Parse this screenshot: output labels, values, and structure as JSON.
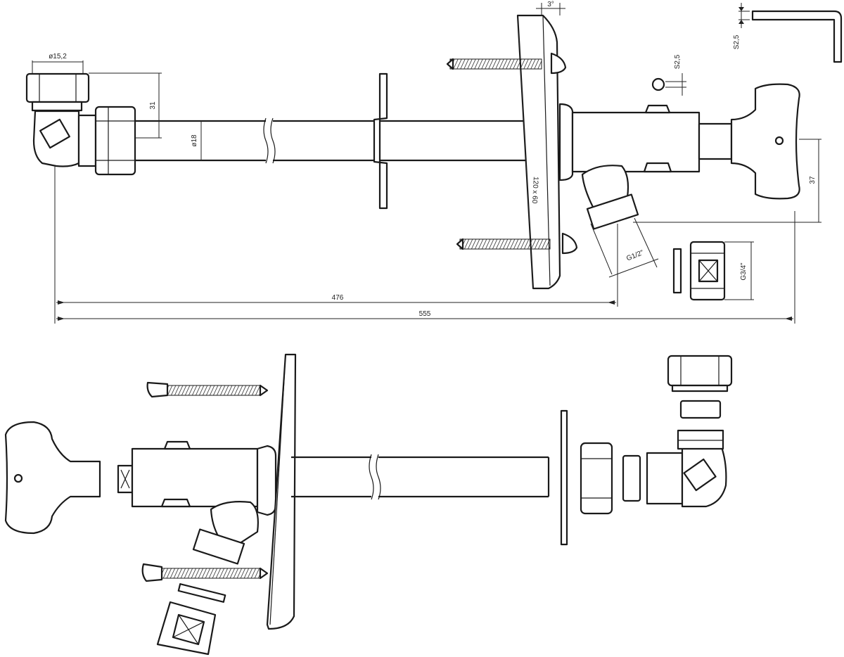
{
  "dimensions": {
    "d15": "ø15,2",
    "h31": "31",
    "d18": "ø18",
    "plate": "120 x 60",
    "angle": "3°",
    "key_s": "S2,5",
    "hex_s": "S2,5",
    "h37": "37",
    "thread_g12": "G1/2\"",
    "thread_g34": "G3/4\"",
    "len476": "476",
    "len555": "555"
  }
}
